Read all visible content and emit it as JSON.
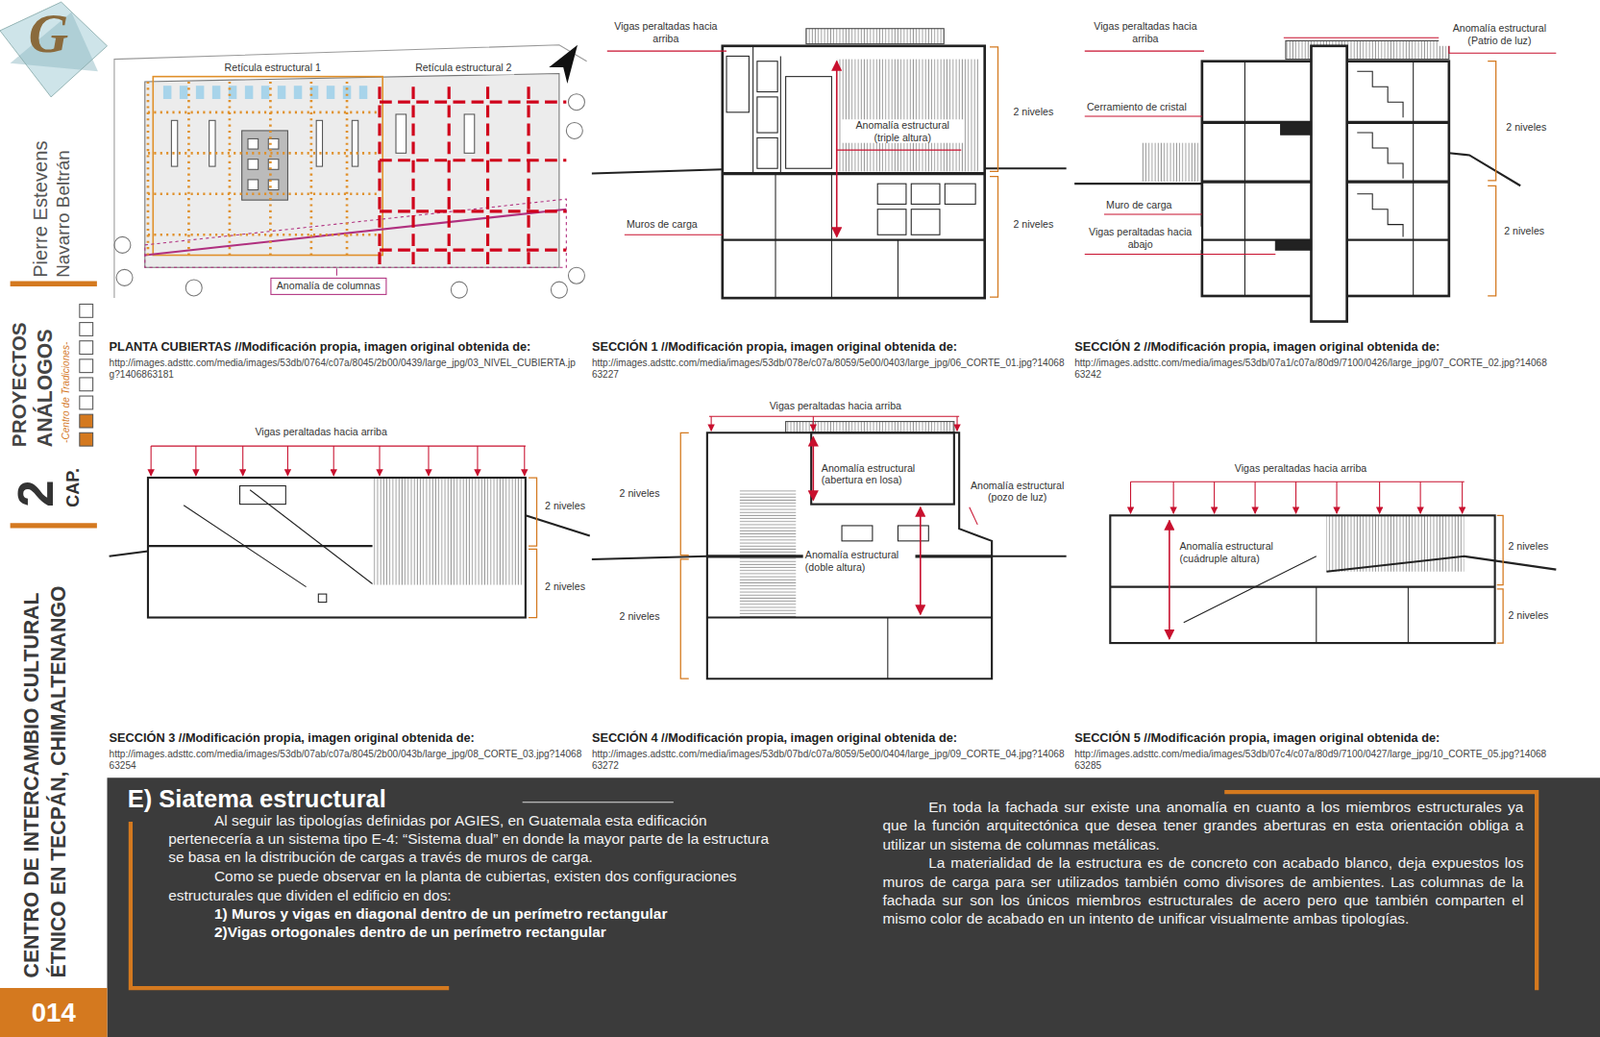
{
  "diagram": {
    "nodes": [
      {
        "text": [
          "Anomalía de columnas"
        ]
      },
      {
        "text": [
          "E) Siatema estructural",
          "Al seguir las tipologías definidas por AGIES, en Guatemala esta edificación pertenecería a un sistema tipo E-4: “Sistema dual” en donde la mayor parte de la estructura se basa en la distribución de cargas a través de muros de carga.",
          "Como se puede observar en la planta de cubiertas, existen dos configuraciones estructurales que dividen el edificio en dos:",
          "1) Muros y vigas en diagonal dentro de un perímetro rectangular",
          "2)Vigas ortogonales dentro de un perímetro rectangular",
          "En toda la fachada sur existe una anomalía en cuanto a los miembros estructurales ya que la función arquitectónica que desea tener grandes aberturas en esta orientación obliga a utilizar un sistema de columnas metálicas.",
          "La materialidad de la estructura es de concreto con acabado blanco, deja expuestos los muros de carga para ser utilizados también como divisores de ambientes. Las columnas de la fachada sur son los únicos miembros estructurales de acero pero que también comparten el mismo color de acabado en un intento de unificar visualmente ambas tipologías."
        ]
      },
      {
        "text": [
          "014"
        ]
      }
    ],
    "labels": [
      "G",
      "Pierre Estevens",
      "Navarro Beltrán",
      "PROYECTOS",
      "ANÁLOGOS",
      "-Centro de Tradiciones-",
      "2",
      "CAP.",
      "CENTRO DE INTERCAMBIO CULTURAL",
      "ÉTNICO EN TECPÁN, CHIMALTENANGO",
      "Retícula estructural 1",
      "Retícula estructural 2",
      "Vigas peraltadas hacia arriba",
      "Anomalía estructural (triple altura)",
      "Muros de carga",
      "2 niveles",
      "2 niveles",
      "Vigas peraltadas hacia arriba",
      "Anomalía estructural (Patrio de luz)",
      "Cerramiento de cristal",
      "Muro de carga",
      "Vigas peraltadas hacia abajo",
      "2 niveles",
      "2 niveles",
      "PLANTA CUBIERTAS //Modificación propia, imagen original obtenida de:",
      "http://images.adsttc.com/media/images/53db/0764/c07a/8045/2b00/0439/large_jpg/03_NIVEL_CUBIERTA.jpg?1406863181",
      "SECCIÓN 1 //Modificación propia, imagen original obtenida de:",
      "http://images.adsttc.com/media/images/53db/078e/c07a/8059/5e00/0403/large_jpg/06_CORTE_01.jpg?1406863227",
      "SECCIÓN 2 //Modificación propia, imagen original obtenida de:",
      "http://images.adsttc.com/media/images/53db/07a1/c07a/80d9/7100/0426/large_jpg/07_CORTE_02.jpg?1406863242",
      "Vigas peraltadas hacia arriba",
      "2 niveles",
      "2 niveles",
      "Vigas peraltadas hacia arriba",
      "Anomalía estructural (abertura en losa)",
      "Anomalía estructural (pozo de luz)",
      "Anomalía estructural (doble altura)",
      "2 niveles",
      "2 niveles",
      "Vigas peraltadas hacia arriba",
      "Anomalía estructural (cuádruple altura)",
      "2 niveles",
      "2 niveles",
      "SECCIÓN 3 //Modificación propia, imagen original obtenida de:",
      "http://images.adsttc.com/media/images/53db/07ab/c07a/8045/2b00/043b/large_jpg/08_CORTE_03.jpg?1406863254",
      "SECCIÓN 4 //Modificación propia, imagen original obtenida de:",
      "http://images.adsttc.com/media/images/53db/07bd/c07a/8059/5e00/0404/large_jpg/09_CORTE_04.jpg?1406863272",
      "SECCIÓN 5 //Modificación propia, imagen original obtenida de:",
      "http://images.adsttc.com/media/images/53db/07c4/c07a/80d9/7100/0427/large_jpg/10_CORTE_05.jpg?1406863285"
    ]
  }
}
